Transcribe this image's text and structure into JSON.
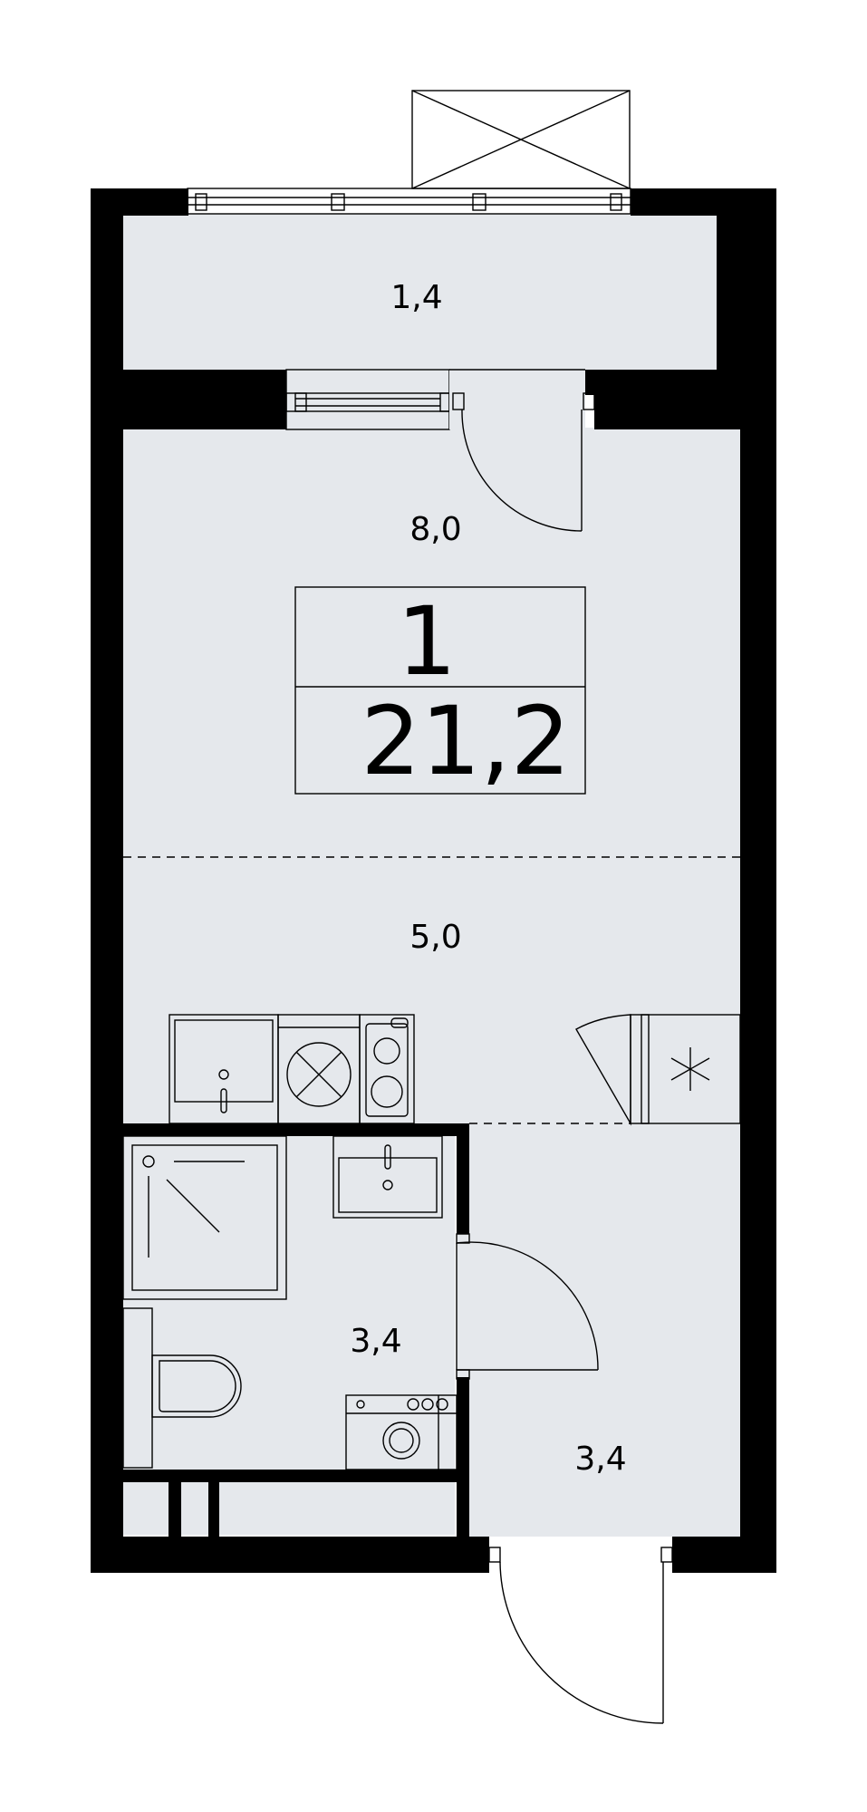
{
  "plan": {
    "rooms": [
      {
        "id": "balcony",
        "area": "1,4"
      },
      {
        "id": "living",
        "area": "8,0"
      },
      {
        "id": "kitchen",
        "area": "5,0"
      },
      {
        "id": "bathroom",
        "area": "3,4"
      },
      {
        "id": "hallway",
        "area": "3,4"
      }
    ],
    "summary": {
      "room_count": "1",
      "total_area": "21,2"
    }
  },
  "colors": {
    "wall": "#000000",
    "floor": "#e5e8ec",
    "background": "#ffffff"
  }
}
